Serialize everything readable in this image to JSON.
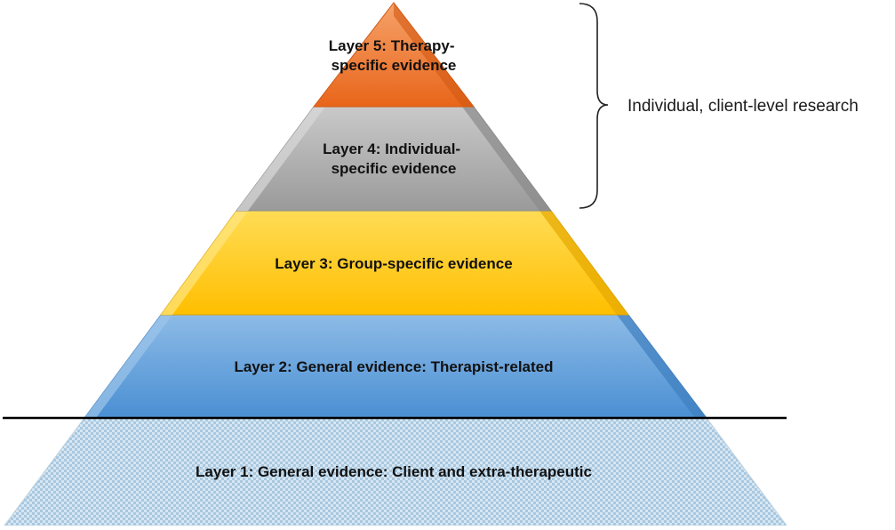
{
  "layers": [
    {
      "lines": [
        "Layer 5: Therapy-",
        "specific evidence"
      ],
      "color": "#f07a2a"
    },
    {
      "lines": [
        "Layer 4: Individual-",
        "specific evidence"
      ],
      "color": "#a6a6a6"
    },
    {
      "lines": [
        "Layer 3: Group-specific evidence"
      ],
      "color": "#ffc000"
    },
    {
      "lines": [
        "Layer 2: General evidence: Therapist-related"
      ],
      "color": "#5b9bd5"
    },
    {
      "lines": [
        "Layer 1: General evidence: Client and extra-therapeutic"
      ],
      "color": "#c7dceb"
    }
  ],
  "brace": {
    "label": "Individual, client-level research"
  }
}
